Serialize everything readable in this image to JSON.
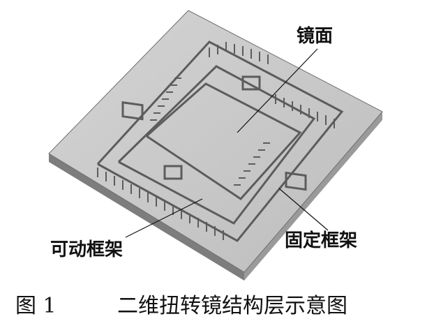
{
  "labels": {
    "mirror": "镜面",
    "movable_frame": "可动框架",
    "fixed_frame": "固定框架"
  },
  "caption": {
    "number": "图 1",
    "text": "二维扭转镜结构层示意图"
  },
  "colors": {
    "plate_top": "#c7c7c7",
    "plate_side": "#8a8a8a",
    "slot": "#5c5c5c",
    "background": "#ffffff"
  }
}
